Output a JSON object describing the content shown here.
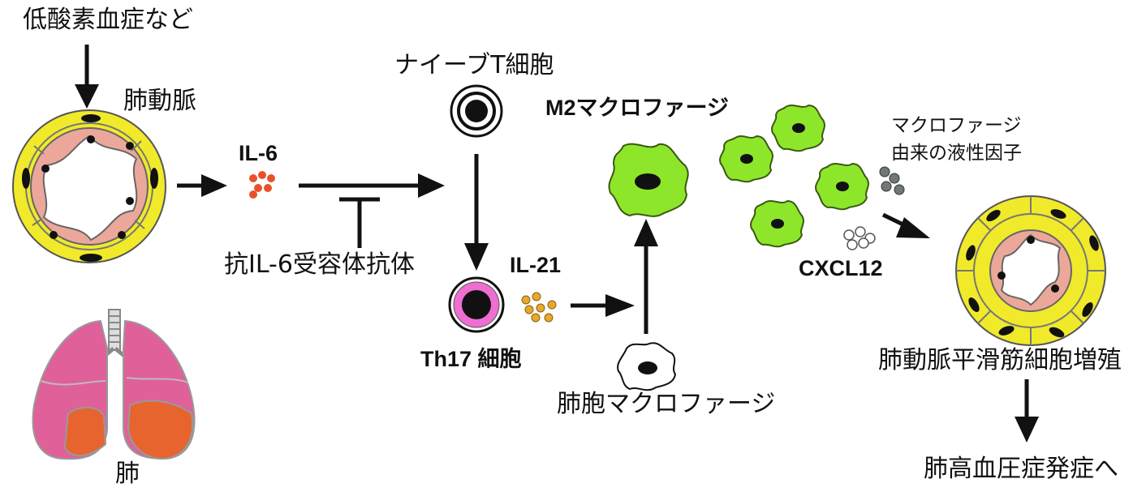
{
  "labels": {
    "hypoxia": "低酸素血症など",
    "pulmonary_artery": "肺動脈",
    "il6": "IL-6",
    "anti_il6_antibody": "抗IL-6受容体抗体",
    "lung": "肺",
    "naive_t_cell": "ナイーブT細胞",
    "th17_cell": "Th17 細胞",
    "il21": "IL-21",
    "m2_macrophage": "M2マクロファージ",
    "alveolar_macrophage": "肺胞マクロファージ",
    "macrophage_factor_line1": "マクロファージ",
    "macrophage_factor_line2": "由来の液性因子",
    "cxcl12": "CXCL12",
    "smooth_muscle_proliferation": "肺動脈平滑筋細胞増殖",
    "ph_onset": "肺高血圧症発症へ"
  },
  "colors": {
    "vessel_wall": "#f0ea2a",
    "vessel_intima": "#eba89a",
    "il6_dots": "#e8522a",
    "il21_dots": "#e8a82a",
    "m2_macrophage": "#8ee62a",
    "factor_dots": "#707878",
    "th17_ring": "#ee6ed2",
    "lung_pink": "#e0609a",
    "lung_orange": "#e8642e"
  },
  "icons": [
    "down-arrow-icon",
    "right-arrow-icon",
    "inhibition-icon",
    "up-arrow-icon"
  ]
}
